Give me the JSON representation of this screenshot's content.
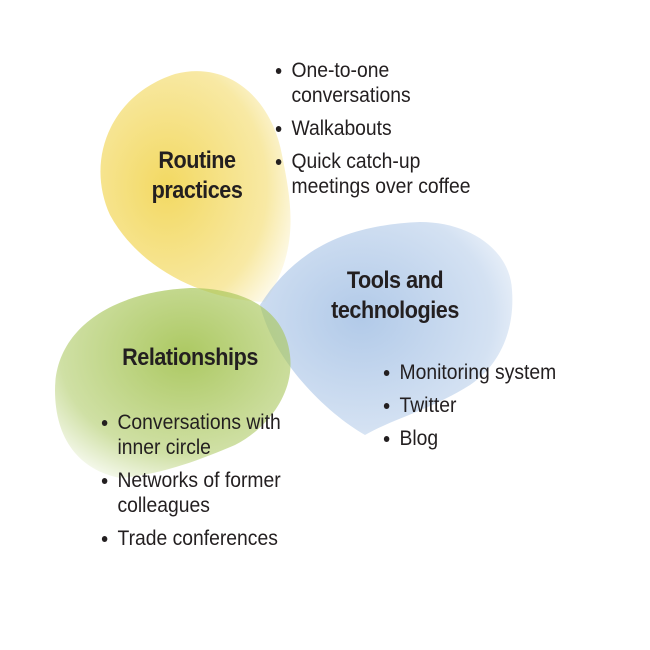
{
  "colors": {
    "routine": "#f2d75a",
    "tools": "#a9c4e6",
    "relationships": "#a8c65a",
    "text": "#231f20",
    "background": "#ffffff"
  },
  "routine": {
    "title_lines": [
      "Routine",
      "practices"
    ],
    "items": [
      [
        "One-to-one",
        "conversations"
      ],
      [
        "Walkabouts"
      ],
      [
        "Quick catch-up",
        "meetings over coffee"
      ]
    ]
  },
  "tools": {
    "title_lines": [
      "Tools and",
      "technologies"
    ],
    "items": [
      [
        "Monitoring system"
      ],
      [
        "Twitter"
      ],
      [
        "Blog"
      ]
    ]
  },
  "relationships": {
    "title_lines": [
      "Relationships"
    ],
    "items": [
      [
        "Conversations with",
        "inner circle"
      ],
      [
        "Networks of former",
        "colleagues"
      ],
      [
        "Trade conferences"
      ]
    ]
  }
}
